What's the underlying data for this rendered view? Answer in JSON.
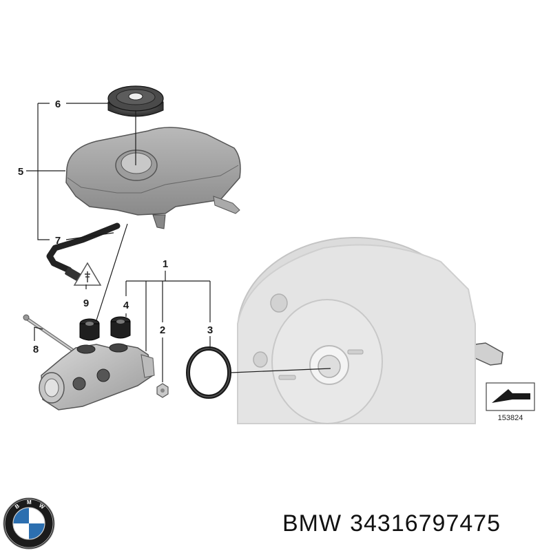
{
  "diagram": {
    "callouts": [
      "1",
      "2",
      "3",
      "4",
      "5",
      "6",
      "7",
      "8",
      "9"
    ],
    "reference_code": "153824"
  },
  "footer": {
    "brand": "BMW",
    "part_number": "34316797475"
  },
  "logo": {
    "name": "bmw-roundel",
    "colors": {
      "blue": "#2c6fb0",
      "ring": "#1b1b1b",
      "white": "#ffffff"
    }
  }
}
